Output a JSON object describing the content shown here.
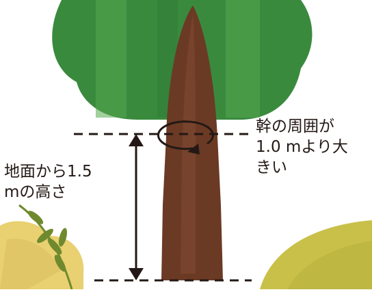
{
  "colors": {
    "foliage_dark": "#3a8a3e",
    "foliage_light": "#56a84f",
    "trunk": "#6b3a24",
    "trunk_light": "#7e4730",
    "bush_left": "#e9d071",
    "bush_right": "#c9c04a",
    "leaf": "#6f8a2e",
    "line": "#231815"
  },
  "labels": {
    "trunk_girth_line1": "幹の周囲が",
    "trunk_girth_line2": "1.0 mより大",
    "trunk_girth_line3": "きい",
    "height_line1": "地面から1.5",
    "height_line2": "mの高さ"
  }
}
